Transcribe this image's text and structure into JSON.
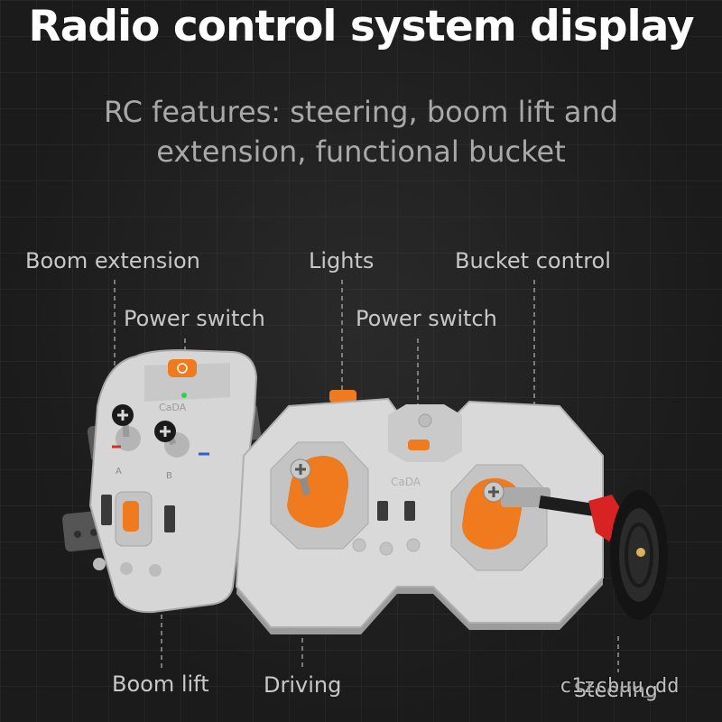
{
  "header": {
    "title": "Radio control system display",
    "subtitle_line1": "RC features: steering, boom lift and",
    "subtitle_line2": "extension, functional bucket"
  },
  "labels": {
    "boom_extension": "Boom extension",
    "lights": "Lights",
    "bucket_control": "Bucket control",
    "power_switch_left": "Power switch",
    "power_switch_right": "Power switch",
    "boom_lift": "Boom lift",
    "driving": "Driving",
    "steering": "Steering"
  },
  "device_marks": {
    "controller_logo": "CaDA",
    "receiver_logo": "CaDA",
    "port_a": "A",
    "port_b": "B"
  },
  "watermark": "c1zcbuu_dd",
  "colors": {
    "accent_orange": "#f07a1e",
    "device_gray": "#cfcfcf",
    "background": "#1b1b1b"
  }
}
